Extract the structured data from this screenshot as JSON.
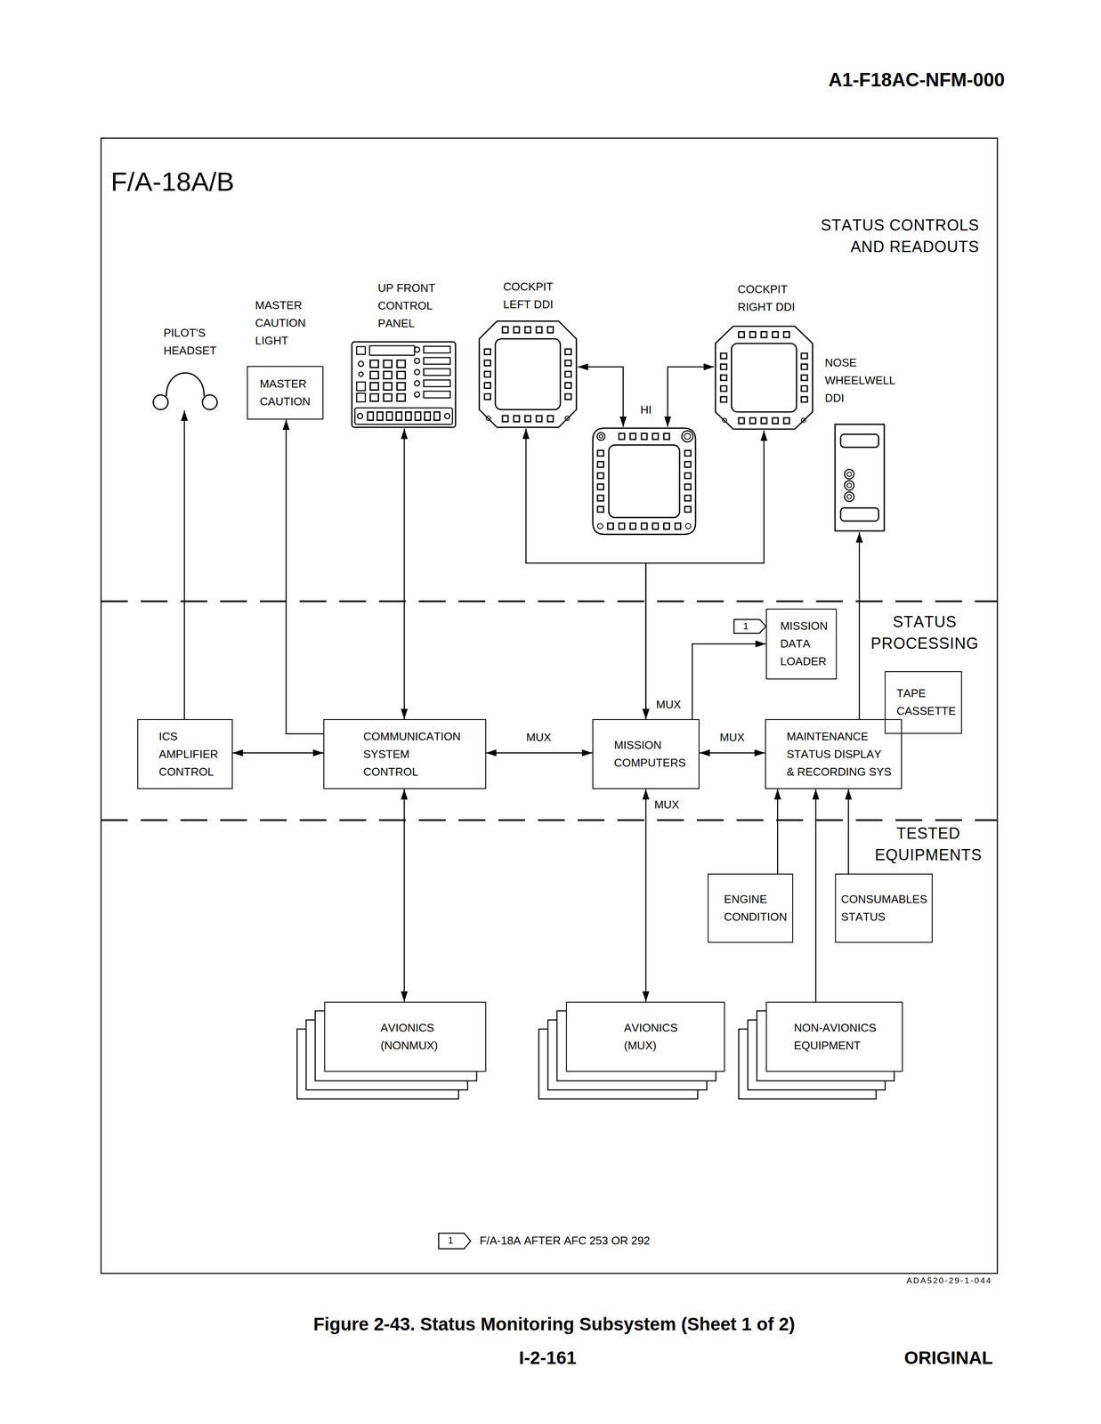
{
  "diagram": {
    "title": "F/A-18A/B",
    "caption": "Figure 2-43. Status Monitoring Subsystem (Sheet 1 of 2)",
    "nodes": [
      {
        "text": [
          "PILOT'S HEADSET"
        ]
      },
      {
        "text": [
          "MASTER CAUTION LIGHT",
          "MASTER CAUTION"
        ]
      },
      {
        "text": [
          "UP FRONT CONTROL PANEL"
        ]
      },
      {
        "text": [
          "COCKPIT LEFT DDI"
        ]
      },
      {
        "text": [
          "COCKPIT RIGHT DDI"
        ]
      },
      {
        "text": [
          "HI"
        ]
      },
      {
        "text": [
          "NOSE WHEELWELL DDI"
        ]
      },
      {
        "text": [
          "MISSION DATA LOADER"
        ]
      },
      {
        "text": [
          "TAPE CASSETTE"
        ]
      },
      {
        "text": [
          "ICS AMPLIFIER CONTROL"
        ]
      },
      {
        "text": [
          "COMMUNICATION SYSTEM CONTROL"
        ]
      },
      {
        "text": [
          "MISSION COMPUTERS"
        ]
      },
      {
        "text": [
          "MAINTENANCE STATUS DISPLAY & RECORDING SYS"
        ]
      },
      {
        "text": [
          "ENGINE CONDITION"
        ]
      },
      {
        "text": [
          "CONSUMABLES STATUS"
        ]
      },
      {
        "text": [
          "AVIONICS (NONMUX)"
        ]
      },
      {
        "text": [
          "AVIONICS (MUX)"
        ]
      },
      {
        "text": [
          "NON-AVIONICS EQUIPMENT"
        ]
      }
    ],
    "edges": [
      {
        "from": 9,
        "to": 0,
        "arrow": "to"
      },
      {
        "from": 10,
        "to": 1,
        "arrow": "to"
      },
      {
        "from": 9,
        "to": 10,
        "arrow": "both"
      },
      {
        "from": 10,
        "to": 2,
        "arrow": "both"
      },
      {
        "from": 10,
        "to": 11,
        "arrow": "both",
        "label": "MUX"
      },
      {
        "from": 11,
        "to": 3,
        "arrow": "both",
        "label": "MUX"
      },
      {
        "from": 11,
        "to": 4,
        "arrow": "both"
      },
      {
        "from": 3,
        "to": 5,
        "arrow": "both"
      },
      {
        "from": 5,
        "to": 4,
        "arrow": "both"
      },
      {
        "from": 11,
        "to": 7,
        "arrow": "to"
      },
      {
        "from": 11,
        "to": 12,
        "arrow": "both",
        "label": "MUX"
      },
      {
        "from": 11,
        "to": 16,
        "arrow": "both",
        "label": "MUX"
      },
      {
        "from": 12,
        "to": 6,
        "arrow": "to"
      },
      {
        "from": 13,
        "to": 12,
        "arrow": "to"
      },
      {
        "from": 17,
        "to": 12,
        "arrow": "to"
      },
      {
        "from": 14,
        "to": 12,
        "arrow": "to"
      },
      {
        "from": 10,
        "to": 15,
        "arrow": "both"
      }
    ],
    "labels": [
      "A1-F18AC-NFM-000",
      "STATUS CONTROLS AND READOUTS",
      "STATUS PROCESSING",
      "TESTED EQUIPMENTS",
      "1",
      "1",
      "F/A-18A AFTER AFC 253 OR 292",
      "ADA520-29-1-044",
      "I-2-161",
      "ORIGINAL"
    ]
  }
}
